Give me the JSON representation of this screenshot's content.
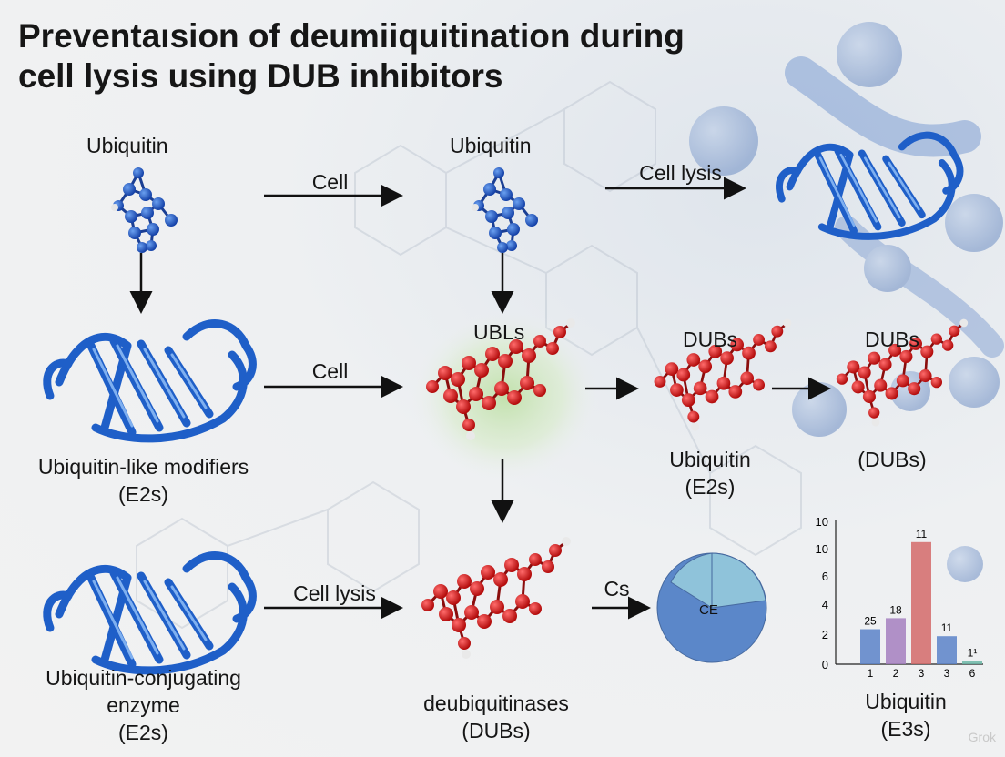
{
  "title_line1": "Preventaısion of deumiiquitination during",
  "title_line2": "cell lysis using DUB inhibitors",
  "col1": {
    "top_label": "Ubiquitin",
    "mid_label_line1": "Ubiquitin-like modifiers",
    "mid_label_line2": "(E2s)",
    "bot_label_line1": "Ubiquitin-conjugating",
    "bot_label_line2": "enzyme",
    "bot_label_line3": "(E2s)"
  },
  "arrows": {
    "row1": "Cell",
    "row2": "Cell",
    "row3": "Cell lysis",
    "row1b": "Cell lysis",
    "row3b": "Cs"
  },
  "col2": {
    "top_label": "Ubiquitin",
    "mid_label": "UBLs",
    "bot_label_line1": "deubiquitinases",
    "bot_label_line2": "(DUBs)"
  },
  "col3": {
    "mid_top_label": "DUBs",
    "mid_label_line1": "Ubiquitin",
    "mid_label_line2": "(E2s)"
  },
  "col4": {
    "mid_top_label": "DUBs",
    "mid_label": "(DUBs)",
    "bot_label_line1": "Ubiquitin",
    "bot_label_line2": "(E3s)"
  },
  "pie_label": "CE",
  "watermark": "Grok",
  "colors": {
    "protein_blue": "#1f5fc8",
    "atom_red": "#d21414",
    "atom_blue": "#1a4fc0",
    "pie_main": "#5b87c9",
    "pie_slice": "#8fc3da"
  },
  "chart_data": {
    "type": "bar",
    "categories": [
      "1",
      "2",
      "3",
      "3",
      "6"
    ],
    "values": [
      3.5,
      4.6,
      12.2,
      2.8,
      0.3
    ],
    "value_labels": [
      "25",
      "18",
      "11",
      "11",
      "1¹"
    ],
    "bar_colors": [
      "#5b82c9",
      "#a57fbf",
      "#d46a6a",
      "#5b82c9",
      "#6cb7a7"
    ],
    "yticks": [
      "0",
      "2",
      "4",
      "6",
      "10",
      "10"
    ],
    "ylim": [
      0,
      14
    ]
  }
}
